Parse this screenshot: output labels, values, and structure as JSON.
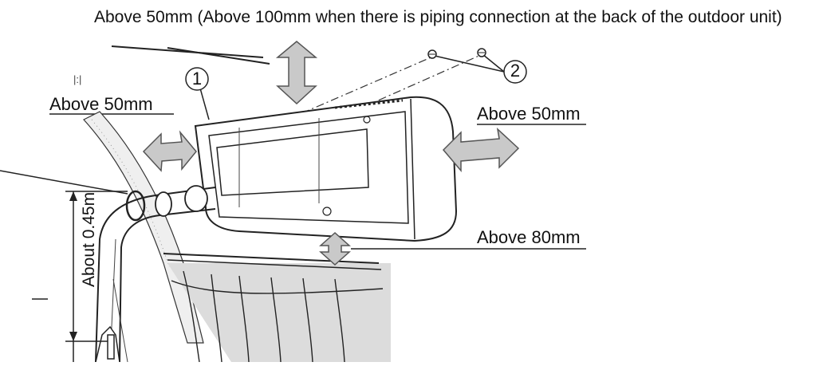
{
  "labels": {
    "top": "Above 50mm (Above 100mm when there is piping connection at the back of the outdoor unit)",
    "left": "Above 50mm",
    "right": "Above 50mm",
    "bottom": "Above 80mm",
    "vertical": "About 0.45m",
    "small_mark": "|:|"
  },
  "callouts": [
    "1",
    "2"
  ],
  "colors": {
    "line": "#222222",
    "arrow_fill": "#c9c9c9",
    "arrow_stroke": "#555555",
    "wall": "#eeeeee",
    "curtain_shade": "#d8d8d8"
  }
}
